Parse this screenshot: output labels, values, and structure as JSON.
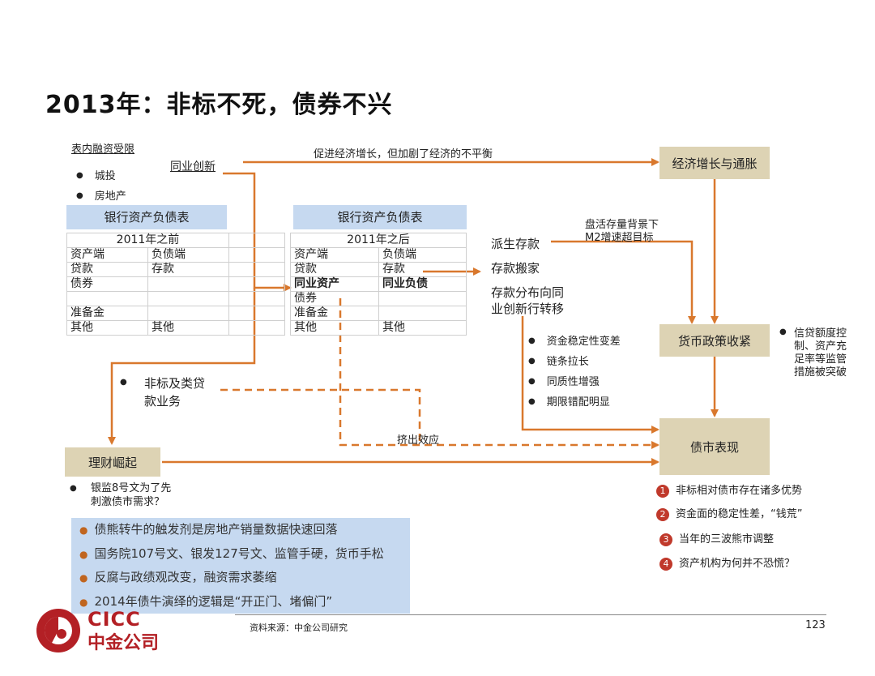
{
  "title": "2013年：非标不死，债券不兴",
  "left": {
    "heading": "表内融资受限",
    "bullets": [
      "城投",
      "房地产"
    ],
    "innovation": "同业创新"
  },
  "top_arrow_label": "促进经济增长，但加剧了经济的不平衡",
  "before": {
    "header": "银行资产负债表",
    "period": "2011年之前",
    "cols": [
      "资产端",
      "负债端"
    ],
    "rows": [
      [
        "贷款",
        "存款"
      ],
      [
        "债券",
        ""
      ],
      [
        "",
        ""
      ],
      [
        "准备金",
        ""
      ],
      [
        "其他",
        "其他"
      ]
    ]
  },
  "after": {
    "header": "银行资产负债表",
    "period": "2011年之后",
    "cols": [
      "资产端",
      "负债端"
    ],
    "rows": [
      [
        "贷款",
        "存款"
      ],
      [
        "同业资产",
        "同业负债"
      ],
      [
        "债券",
        ""
      ],
      [
        "准备金",
        ""
      ],
      [
        "其他",
        "其他"
      ]
    ]
  },
  "deposit": {
    "items": [
      "派生存款",
      "存款搬家",
      "存款分布向同",
      "业创新行转移"
    ],
    "note_line1": "盘活存量背景下",
    "note_line2": "M2增速超目标",
    "bullets": [
      "资金稳定性变差",
      "链条拉长",
      "同质性增强",
      "期限错配明显"
    ]
  },
  "boxes": {
    "economy": "经济增长与通胀",
    "monetary": "货币政策收紧",
    "bond": "债市表现",
    "wealth": "理财崛起"
  },
  "monetary_note": [
    "信贷额度控",
    "制、资产充",
    "足率等监管",
    "措施被突破"
  ],
  "nonstandard": [
    "非标及类贷",
    "款业务"
  ],
  "crowding_label": "挤出效应",
  "wealth_note": [
    "银监8号文为了先",
    "刺激债市需求？"
  ],
  "bond_points": [
    {
      "num": "1",
      "text": "非标相对债市存在诸多优势"
    },
    {
      "num": "2",
      "text": "资金面的稳定性差，“钱荒”"
    },
    {
      "num": "3",
      "text": "当年的三波熊市调整"
    },
    {
      "num": "4",
      "text": "资产机构为何并不恐慌？"
    }
  ],
  "summary": [
    "债熊转牛的触发剂是房地产销量数据快速回落",
    "国务院107号文、银发127号文、监管手硬，货币手松",
    "反腐与政绩观改变，融资需求萎缩",
    "2014年债牛演绎的逻辑是“开正门、堵偏门”"
  ],
  "footer": {
    "source": "资料来源：中金公司研究",
    "page": "123",
    "logo_en": "CICC",
    "logo_cn": "中金公司"
  },
  "colors": {
    "arrow": "#d9782d",
    "accent": "#c0392b",
    "box": "#ddd3b4",
    "blue": "#c6d9f0"
  }
}
